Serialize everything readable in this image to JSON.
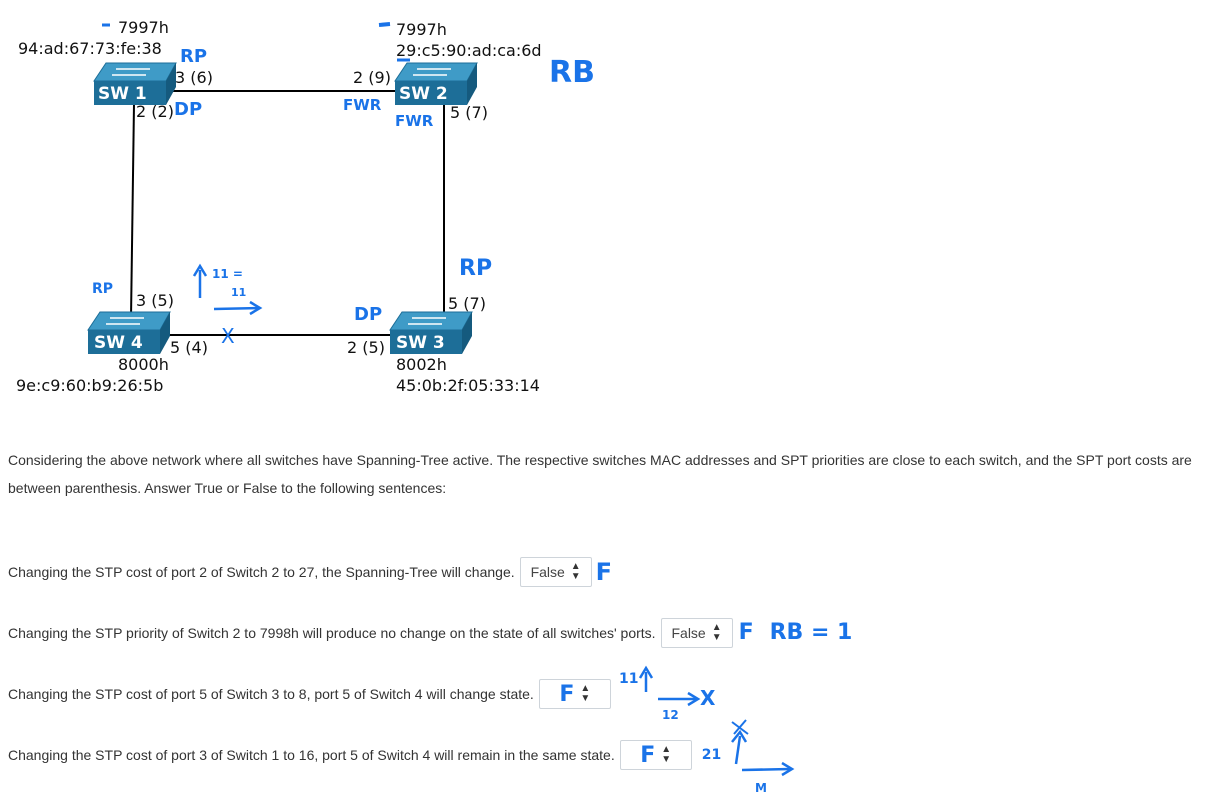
{
  "switches": [
    {
      "label": "SW 1",
      "priority": "7997h",
      "mac": "94:ad:67:73:fe:38"
    },
    {
      "label": "SW 2",
      "priority": "7997h",
      "mac": "29:c5:90:ad:ca:6d"
    },
    {
      "label": "SW 3",
      "priority": "8002h",
      "mac": "45:0b:2f:05:33:14"
    },
    {
      "label": "SW 4",
      "priority": "8000h",
      "mac": "9e:c9:60:b9:26:5b"
    }
  ],
  "ports": {
    "sw1_right": "3 (6)",
    "sw1_down": "2 (2)",
    "sw2_left": "2 (9)",
    "sw2_down": "5 (7)",
    "sw3_up": "5 (7)",
    "sw3_left": "2 (5)",
    "sw4_up": "3 (5)",
    "sw4_right": "5 (4)"
  },
  "handwritten": {
    "sw1_rp": "RP",
    "sw1_dp": "DP",
    "sw2_rb": "RB",
    "sw2_fwr_left": "FWR",
    "sw2_fwr_down": "FWR",
    "sw3_rp": "RP",
    "sw3_dp": "DP",
    "sw4_rp": "RP",
    "sum_top": "11 =",
    "sum_bottom": "11",
    "block_mark": "X",
    "q1_mark": "F",
    "q2_mark": "F",
    "q2_extra": "RB = 1",
    "q3_num1": "11",
    "q3_num2": "12",
    "q3_x": "X",
    "q4_num": "21",
    "q4_sub": "M"
  },
  "intro": "Considering the above network where all switches have Spanning-Tree active. The respective switches MAC addresses and SPT priorities are close to each switch, and the SPT port costs are between parenthesis. Answer True or False to the following sentences:",
  "questions": [
    {
      "text": "Changing the STP cost of port 2 of Switch 2 to 27, the Spanning-Tree will change.",
      "selected": "False"
    },
    {
      "text": "Changing the STP priority of Switch 2 to 7998h will produce no change on the state of all switches' ports.",
      "selected": "False"
    },
    {
      "text": "Changing the STP cost of port 5 of Switch 3 to 8, port 5 of Switch 4 will change state.",
      "selected": "F"
    },
    {
      "text": "Changing the STP cost of port 3 of Switch 1 to 16, port 5 of Switch 4 will remain in the same state.",
      "selected": "F"
    }
  ],
  "icons": {
    "select_arrows": "updown-arrows-icon",
    "switch": "network-switch-icon"
  },
  "colors": {
    "switch_top": "#3f9bc7",
    "switch_front": "#1d6e98",
    "ink": "#1a73e8"
  }
}
